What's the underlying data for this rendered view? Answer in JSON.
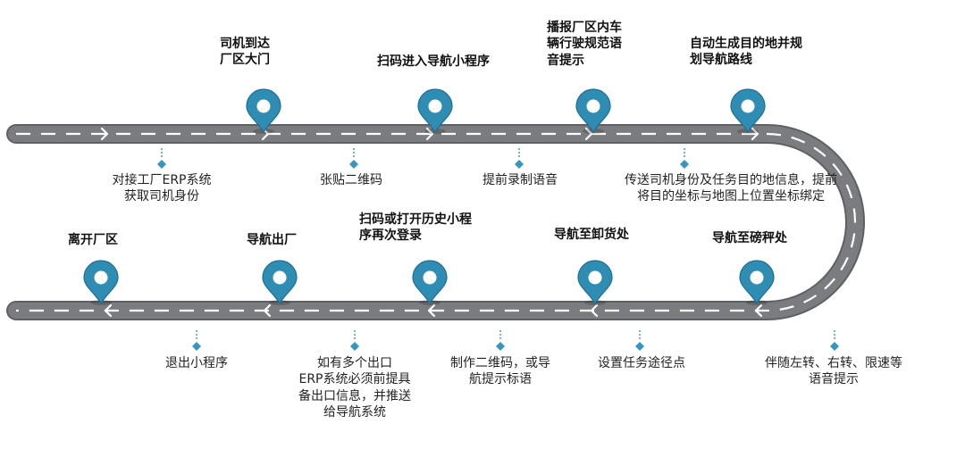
{
  "colors": {
    "road": "#7b7c80",
    "road_edge": "#5f6064",
    "dash": "#ffffff",
    "pin": "#2f8db4",
    "pin_dark": "#1f6f93",
    "diamond": "#3596bf",
    "text": "#1a1a1a"
  },
  "upper_steps": [
    {
      "id": "u1",
      "title_lines": [
        "司机到达",
        "厂区大门"
      ],
      "note_lines": [
        "对接工厂ERP系统",
        "获取司机身份"
      ]
    },
    {
      "id": "u2",
      "title_lines": [
        "扫码进入导航小程序"
      ],
      "note_lines": [
        "张贴二维码"
      ]
    },
    {
      "id": "u3",
      "title_lines": [
        "播报厂区内车",
        "辆行驶规范语",
        "音提示"
      ],
      "note_lines": [
        "提前录制语音"
      ]
    },
    {
      "id": "u4",
      "title_lines": [
        "自动生成目的地并规",
        "划导航路线"
      ],
      "note_lines": [
        "传送司机身份及任务目的地信息，提前",
        "将目的坐标与地图上位置坐标绑定"
      ]
    }
  ],
  "lower_steps": [
    {
      "id": "l1",
      "title_lines": [
        "离开厂区"
      ],
      "note_lines": [
        "退出小程序"
      ]
    },
    {
      "id": "l2",
      "title_lines": [
        "导航出厂"
      ],
      "note_lines": [
        "如有多个出口",
        "ERP系统必须前提具",
        "备出口信息，并推送",
        "给导航系统"
      ]
    },
    {
      "id": "l3",
      "title_lines": [
        "扫码或打开历史小程",
        "序再次登录"
      ],
      "note_lines": [
        "制作二维码，或导",
        "航提示标语"
      ]
    },
    {
      "id": "l4",
      "title_lines": [
        "导航至卸货处"
      ],
      "note_lines": [
        "设置任务途径点"
      ]
    },
    {
      "id": "l5",
      "title_lines": [
        "导航至磅秤处"
      ],
      "note_lines": [
        "伴随左转、右转、限速等",
        "语音提示"
      ]
    }
  ]
}
